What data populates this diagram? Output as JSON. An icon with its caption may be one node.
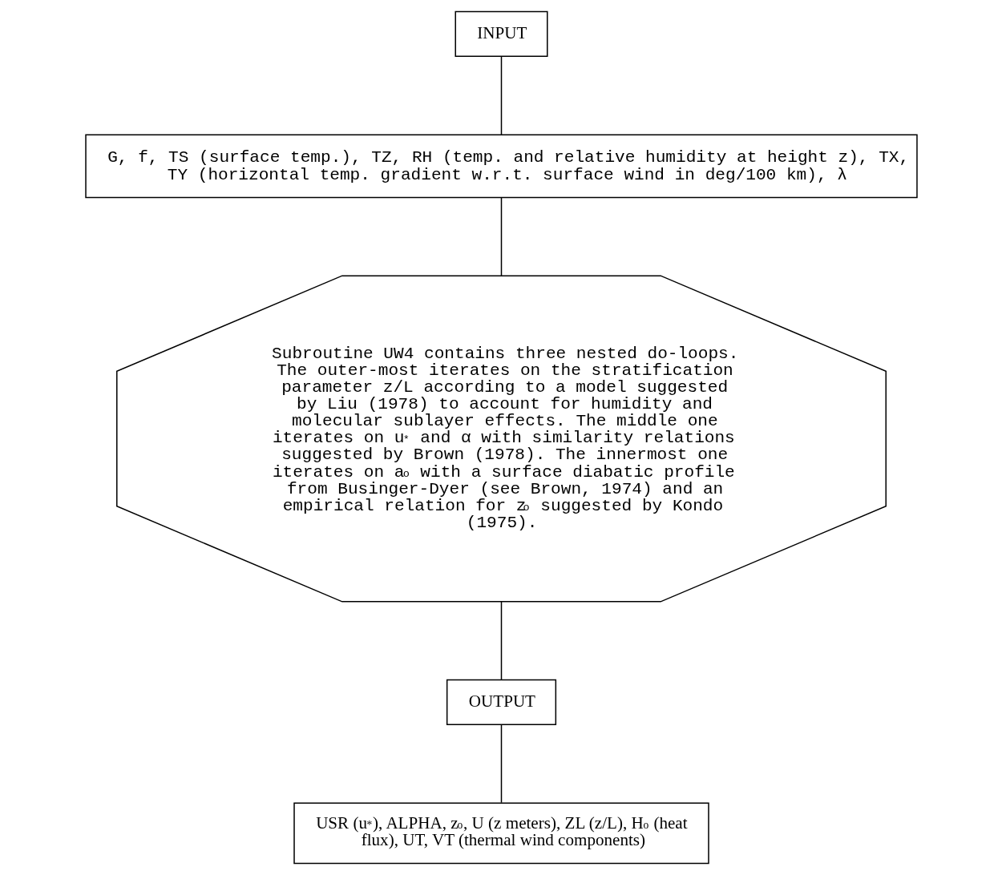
{
  "diagram": {
    "nodes": [
      {
        "text": [
          "INPUT"
        ]
      },
      {
        "text": [
          "G, f, TS (surface temp.), TZ, RH (temp. and relative humidity at height z), TX, TY (horizontal temp. gradient w.r.t. surface wind in deg/100 km), λ"
        ]
      },
      {
        "text": [
          "Subroutine UW4 contains three nested do-loops. The outer-most iterates on the stratification parameter z/L according to a model suggested by Liu (1978) to account for humidity and molecular sublayer effects. The middle one iterates on u$_{*}$ and α with similarity relations suggested by Brown (1978). The innermost one iterates on a$_{o}$ with a surface diabatic profile from Businger-Dyer (see Brown, 1974) and an empirical relation for z$_{o}$ suggested by Kondo (1975)."
        ]
      },
      {
        "text": [
          "OUTPUT"
        ]
      },
      {
        "text": [
          "USR (u$_{*}$), ALPHA, z$_{o}$, U (z meters), ZL (z/L), H$_{o}$ (heat flux), UT, VT (thermal wind components)"
        ]
      }
    ],
    "edges": [
      {
        "from": 0,
        "to": 1,
        "arrow": "none"
      },
      {
        "from": 1,
        "to": 2,
        "arrow": "none"
      },
      {
        "from": 2,
        "to": 3,
        "arrow": "none"
      },
      {
        "from": 3,
        "to": 4,
        "arrow": "none"
      }
    ]
  }
}
